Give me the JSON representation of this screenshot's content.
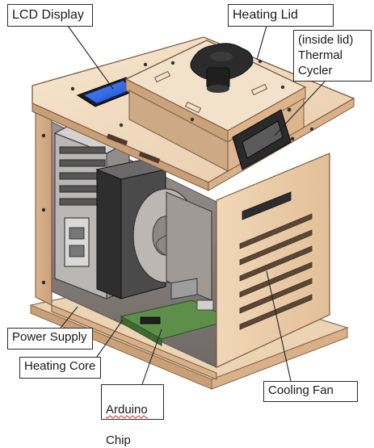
{
  "diagram": {
    "labels": {
      "lcd_display": "LCD Display",
      "heating_lid": "Heating Lid",
      "thermal_cycler": "(inside lid)\nThermal\nCycler",
      "power_supply": "Power Supply",
      "heating_core": "Heating Core",
      "arduino_line1": "Arduino",
      "arduino_line2": "Chip",
      "cooling_fan": "Cooling Fan"
    },
    "colors": {
      "wood_light": "#f2dcc0",
      "wood_mid": "#e9c9a4",
      "wood_dark": "#b98c66",
      "pcb_green": "#5d8f4a",
      "lcd_blue": "#2f67e8",
      "knob": "#2b2b2b",
      "leader": "#222222"
    }
  }
}
